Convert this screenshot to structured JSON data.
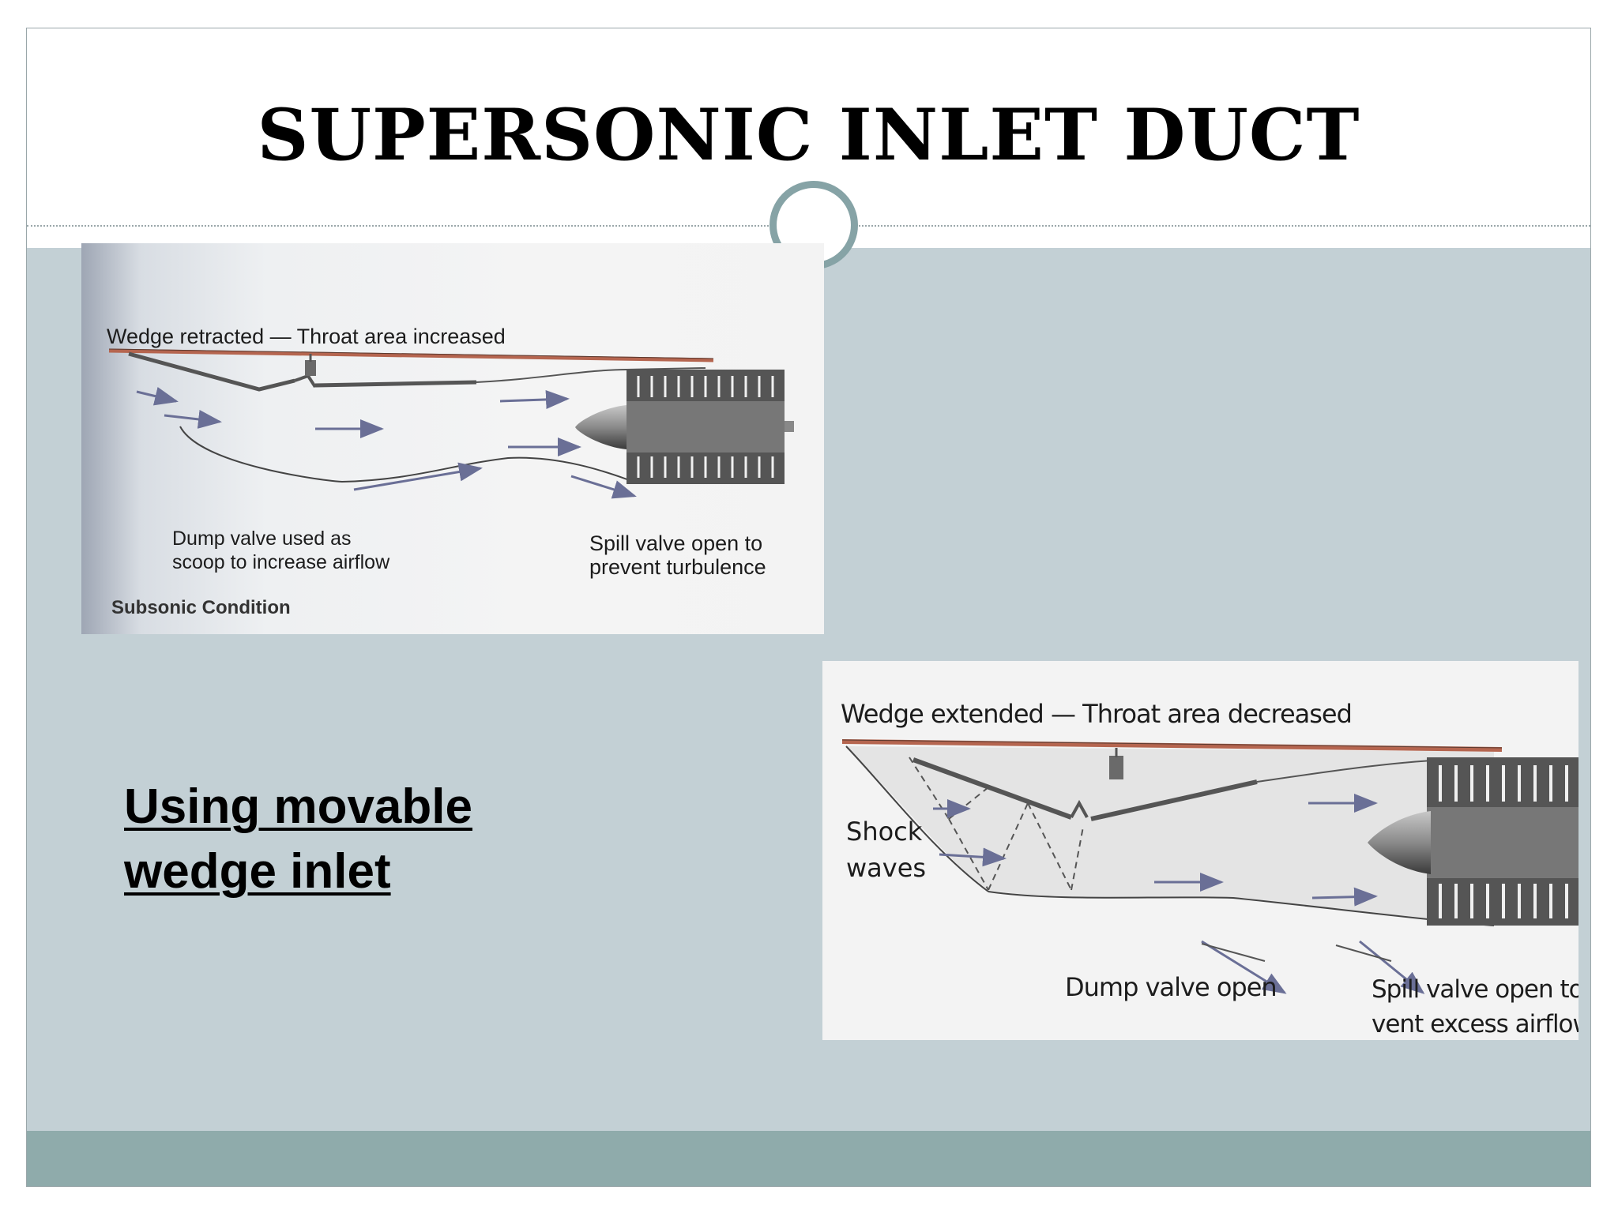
{
  "slide": {
    "title": "SUPERSONIC INLET DUCT",
    "subtitle_lines": [
      "Using movable",
      "wedge inlet"
    ]
  },
  "diagram_subsonic": {
    "header": "Wedge retracted — Throat area increased",
    "dump_valve_label": [
      "Dump valve used as",
      "scoop to increase airflow"
    ],
    "spill_valve_label": [
      "Spill valve open to",
      "prevent turbulence"
    ],
    "condition_label": "Subsonic Condition"
  },
  "diagram_supersonic": {
    "header": "Wedge extended — Throat area decreased",
    "shock_label": [
      "Shock",
      "waves"
    ],
    "dump_valve_label": "Dump valve open",
    "spill_valve_label": [
      "Spill valve open to",
      "vent excess airflow"
    ]
  },
  "colors": {
    "content_background": "#c3d0d5",
    "footer_band": "#8fabab",
    "divider_ring": "#86a3a6",
    "duct_top_line": "#b5654f",
    "flow_arrow": "#6a6f96"
  }
}
